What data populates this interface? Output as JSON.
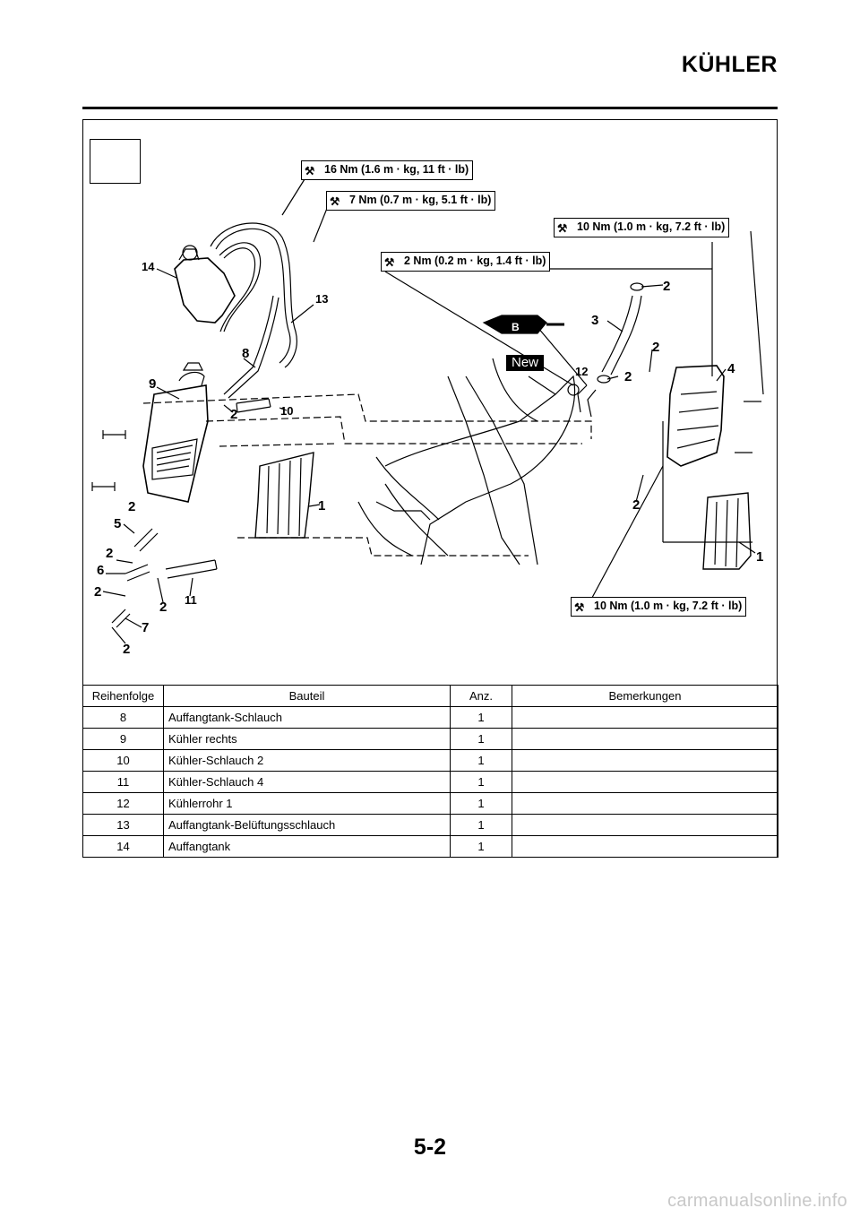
{
  "header": {
    "title": "KÜHLER"
  },
  "torque_specs": [
    "16 Nm (1.6 m · kg, 11 ft · lb)",
    "7 Nm (0.7 m · kg, 5.1 ft · lb)",
    "10 Nm (1.0 m · kg, 7.2 ft · lb)",
    "2 Nm (0.2 m · kg, 1.4 ft · lb)",
    "10 Nm (1.0 m · kg, 7.2 ft · lb)"
  ],
  "diagram": {
    "new_label": "New",
    "lube_letter": "B",
    "callouts": [
      "14",
      "13",
      "8",
      "9",
      "2",
      "10",
      "1",
      "5",
      "2",
      "6",
      "2",
      "2",
      "11",
      "7",
      "2",
      "2",
      "3",
      "2",
      "12",
      "2",
      "4",
      "2",
      "1"
    ]
  },
  "table": {
    "headers": [
      "Reihenfolge",
      "Bauteil",
      "Anz.",
      "Bemerkungen"
    ],
    "rows": [
      {
        "order": "8",
        "part": "Auffangtank-Schlauch",
        "qty": "1",
        "remarks": ""
      },
      {
        "order": "9",
        "part": "Kühler rechts",
        "qty": "1",
        "remarks": ""
      },
      {
        "order": "10",
        "part": "Kühler-Schlauch 2",
        "qty": "1",
        "remarks": ""
      },
      {
        "order": "11",
        "part": "Kühler-Schlauch 4",
        "qty": "1",
        "remarks": ""
      },
      {
        "order": "12",
        "part": "Kühlerrohr 1",
        "qty": "1",
        "remarks": ""
      },
      {
        "order": "13",
        "part": "Auffangtank-Belüftungsschlauch",
        "qty": "1",
        "remarks": ""
      },
      {
        "order": "14",
        "part": "Auffangtank",
        "qty": "1",
        "remarks": ""
      }
    ]
  },
  "footer": {
    "page_number": "5-2"
  },
  "watermark": "carmanualsonline.info"
}
